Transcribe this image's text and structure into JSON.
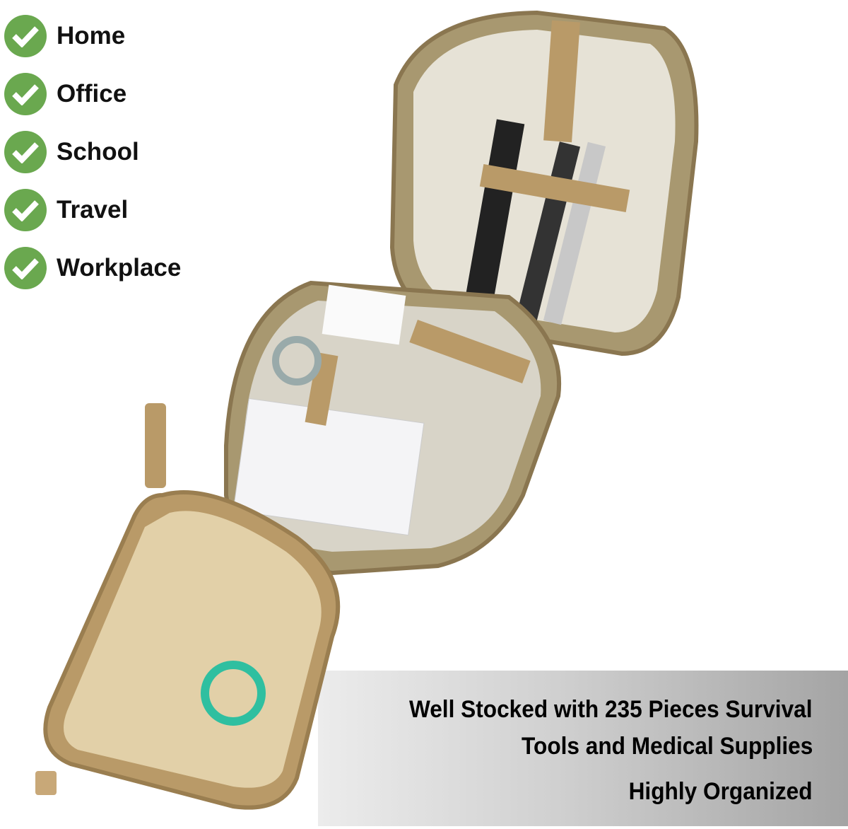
{
  "uses": [
    "Home",
    "Office",
    "School",
    "Travel",
    "Workplace"
  ],
  "banner": {
    "line1": "Well Stocked with 235 Pieces Survival",
    "line2": "Tools and Medical Supplies",
    "line3": "Highly Organized"
  },
  "colors": {
    "check": "#6aa84f",
    "tan": "#b99a68",
    "camo": "#a89870"
  }
}
